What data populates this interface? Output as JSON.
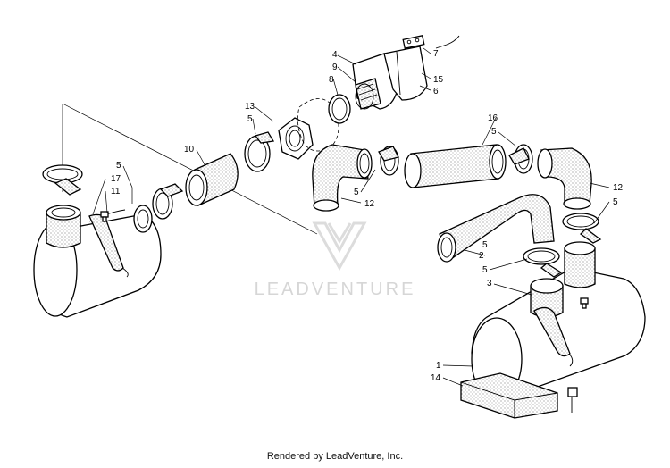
{
  "watermark": "LEADVENTURE",
  "footer": "Rendered by LeadVenture, Inc.",
  "callouts": [
    {
      "id": "c4",
      "text": "4"
    },
    {
      "id": "c9",
      "text": "9"
    },
    {
      "id": "c8",
      "text": "8"
    },
    {
      "id": "c7",
      "text": "7"
    },
    {
      "id": "c15",
      "text": "15"
    },
    {
      "id": "c6",
      "text": "6"
    },
    {
      "id": "c13",
      "text": "13"
    },
    {
      "id": "c5a",
      "text": "5"
    },
    {
      "id": "c10",
      "text": "10"
    },
    {
      "id": "c16",
      "text": "16"
    },
    {
      "id": "c5b",
      "text": "5"
    },
    {
      "id": "c5c",
      "text": "5"
    },
    {
      "id": "c17",
      "text": "17"
    },
    {
      "id": "c11",
      "text": "11"
    },
    {
      "id": "c5d",
      "text": "5"
    },
    {
      "id": "c12a",
      "text": "12"
    },
    {
      "id": "c12b",
      "text": "12"
    },
    {
      "id": "c5e",
      "text": "5"
    },
    {
      "id": "c5f",
      "text": "5"
    },
    {
      "id": "c2",
      "text": "2"
    },
    {
      "id": "c5g",
      "text": "5"
    },
    {
      "id": "c3",
      "text": "3"
    },
    {
      "id": "c1",
      "text": "1"
    },
    {
      "id": "c14",
      "text": "14"
    }
  ]
}
